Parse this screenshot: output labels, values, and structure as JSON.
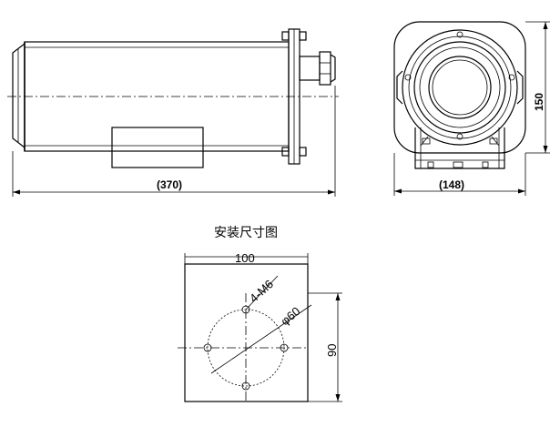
{
  "labels": {
    "length": "(370)",
    "width": "(148)",
    "height": "150",
    "caption": "安装尺寸图",
    "plate_width": "100",
    "plate_height": "90",
    "holes": "4-M6",
    "pcd": "φ60"
  }
}
